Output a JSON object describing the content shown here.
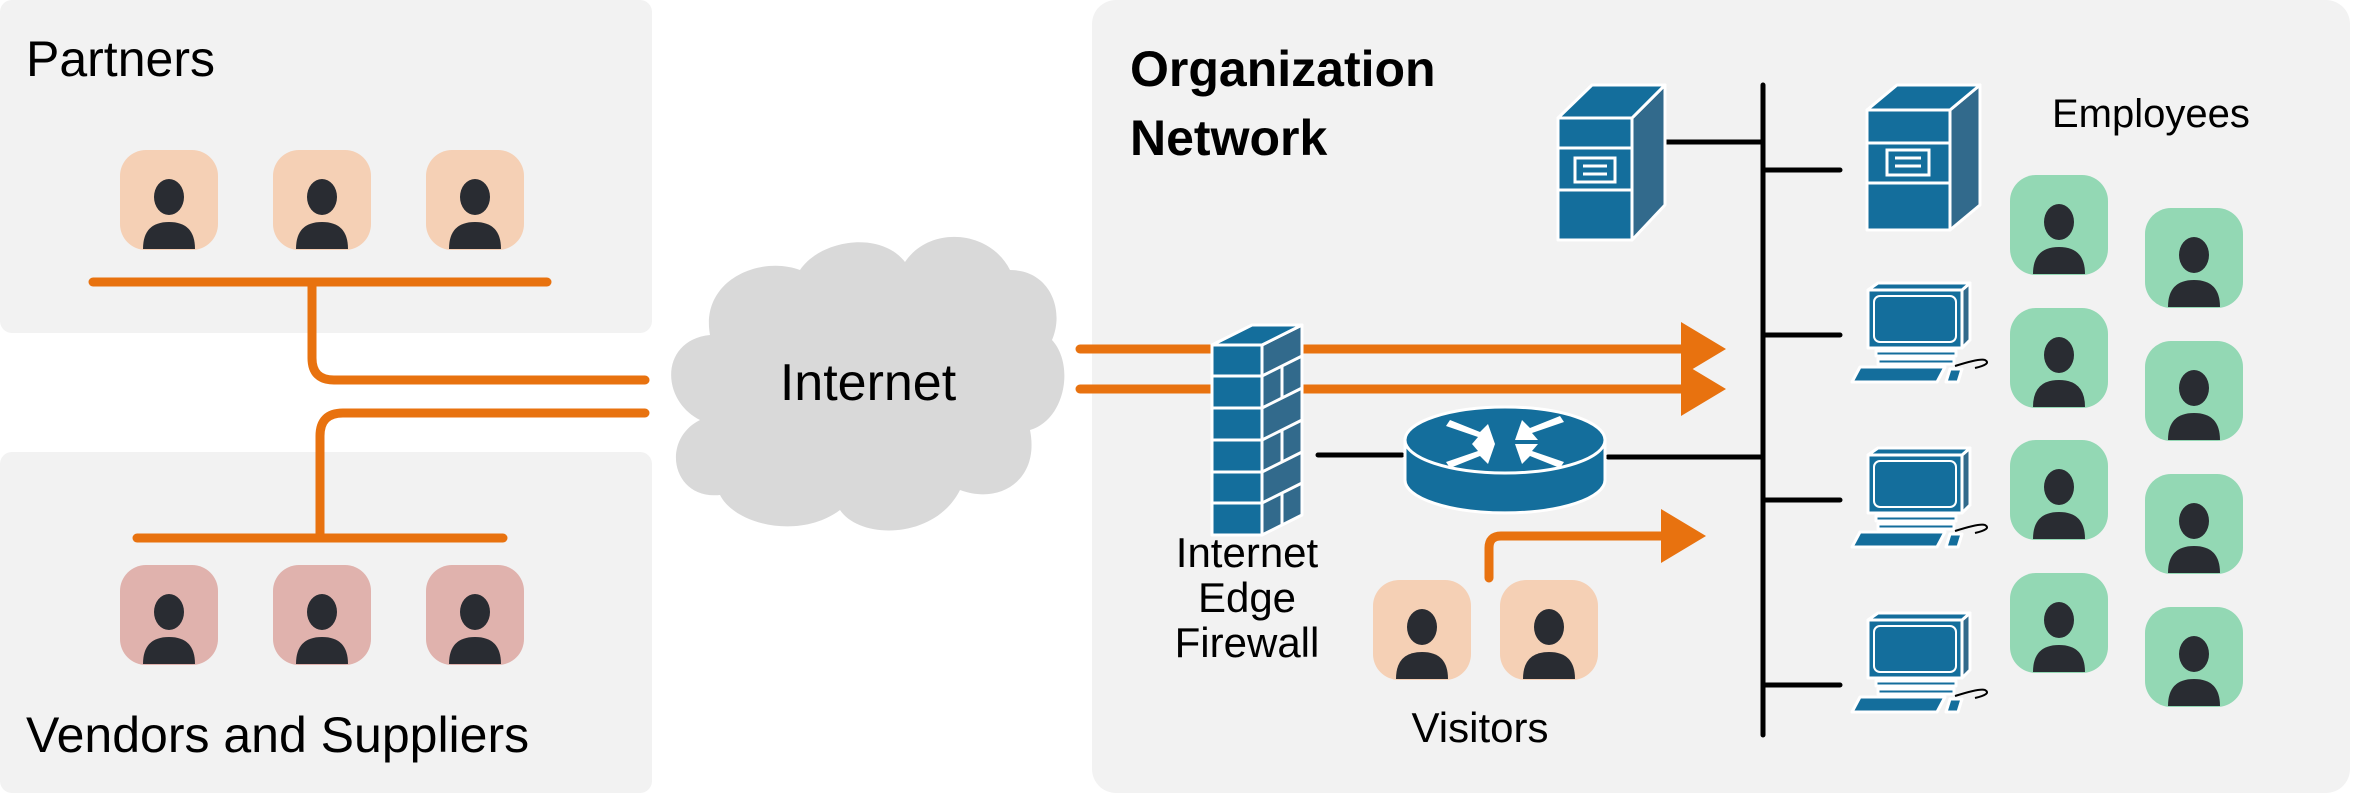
{
  "diagram": {
    "groups": {
      "partners": {
        "label": "Partners",
        "count": 3,
        "tile_color": "#f5d0b5"
      },
      "vendors": {
        "label": "Vendors and Suppliers",
        "count": 3,
        "tile_color": "#e0b2ad"
      },
      "organization": {
        "label_line1": "Organization",
        "label_line2": "Network"
      },
      "visitors": {
        "label": "Visitors",
        "count": 2,
        "tile_color": "#f5d0b5"
      },
      "employees": {
        "label": "Employees",
        "count": 8,
        "tile_color": "#93d8b4"
      }
    },
    "internet": {
      "label": "Internet"
    },
    "firewall": {
      "label_line1": "Internet",
      "label_line2": "Edge",
      "label_line3": "Firewall"
    },
    "devices": {
      "servers": 2,
      "workstations": 3,
      "routers": 1
    },
    "colors": {
      "panel": "#f2f2f2",
      "flow": "#e8720f",
      "device": "#146e9c",
      "device_side": "#326a8c",
      "link": "#000000",
      "cloud": "#d9d9d9",
      "person": "#292c32"
    }
  }
}
